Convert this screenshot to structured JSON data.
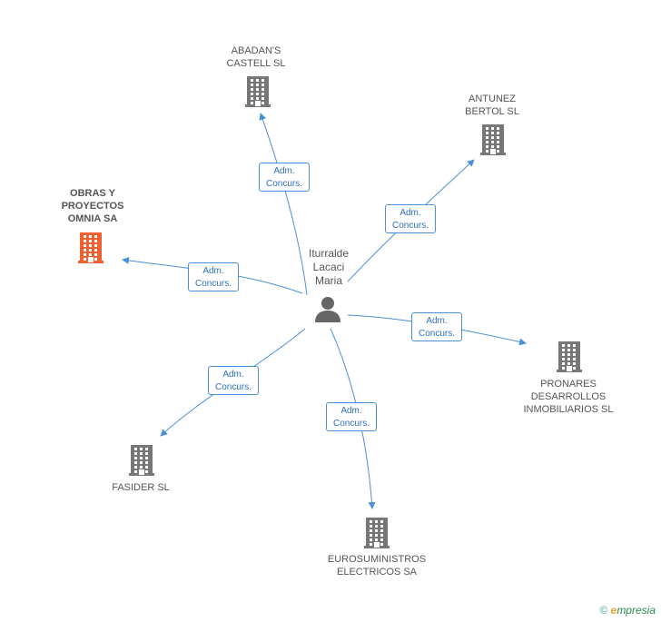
{
  "center": {
    "name": "Iturralde\nLacaci\nMaria"
  },
  "companies": [
    {
      "id": "abadans",
      "name": "ABADAN'S\nCASTELL SL",
      "highlight": false
    },
    {
      "id": "antunez",
      "name": "ANTUNEZ\nBERTOL SL",
      "highlight": false
    },
    {
      "id": "obras",
      "name": "OBRAS Y\nPROYECTOS\nOMNIA SA",
      "highlight": true
    },
    {
      "id": "pronares",
      "name": "PRONARES\nDESARROLLOS\nINMOBILIARIOS SL",
      "highlight": false
    },
    {
      "id": "fasider",
      "name": "FASIDER SL",
      "highlight": false
    },
    {
      "id": "eurosuministros",
      "name": "EUROSUMINISTROS\nELECTRICOS SA",
      "highlight": false
    }
  ],
  "role_label": "Adm.\nConcurs.",
  "colors": {
    "edge": "#4a90d9",
    "building": "#777777",
    "highlight": "#f06030",
    "person": "#666666"
  },
  "watermark": {
    "symbol": "©",
    "brand_initial": "e",
    "brand_rest": "mpresia"
  }
}
